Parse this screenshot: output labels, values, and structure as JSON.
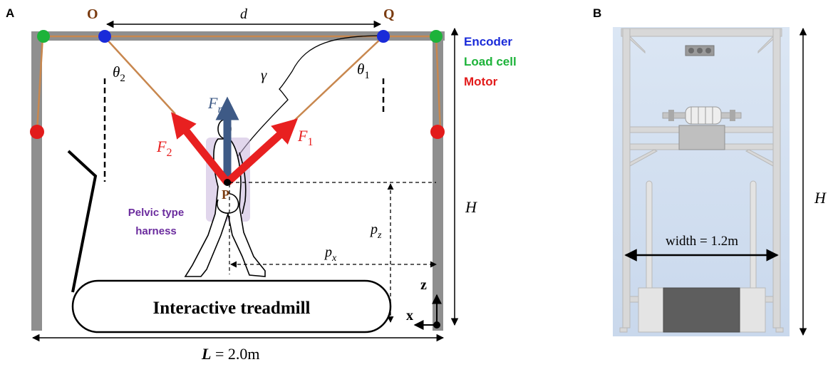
{
  "panel_a": {
    "label": "A",
    "points": {
      "o": "O",
      "q": "Q",
      "p": "P"
    },
    "distance_d": "d",
    "angle_theta2": {
      "base": "θ",
      "sub": "2"
    },
    "angle_theta1": {
      "base": "θ",
      "sub": "1"
    },
    "angle_gamma": "γ",
    "force_fr": {
      "base": "F",
      "sub": "r"
    },
    "force_f1": {
      "base": "F",
      "sub": "1"
    },
    "force_f2": {
      "base": "F",
      "sub": "2"
    },
    "legend": {
      "encoder": "Encoder",
      "load_cell": "Load cell",
      "motor": "Motor"
    },
    "harness_label_line1": "Pelvic type",
    "harness_label_line2": "harness",
    "height_h": "H",
    "pz": {
      "base": "p",
      "sub": "z"
    },
    "px": {
      "base": "p",
      "sub": "x"
    },
    "axis_z": "z",
    "axis_x": "x",
    "treadmill_label": "Interactive treadmill",
    "length_label": {
      "var": "L",
      "value": " = 2.0m"
    }
  },
  "panel_b": {
    "label": "B",
    "width_label": "width = 1.2m",
    "height_h": "H"
  },
  "colors": {
    "encoder": "#1a2bd9",
    "load_cell": "#1db33a",
    "motor": "#e21b1b",
    "frame": "#8f8f8f",
    "cable": "#c8874e",
    "force_red": "#e82020",
    "force_navy": "#3e5a86",
    "harness_text": "#6b2c9e",
    "point_brown": "#7a3b10"
  }
}
